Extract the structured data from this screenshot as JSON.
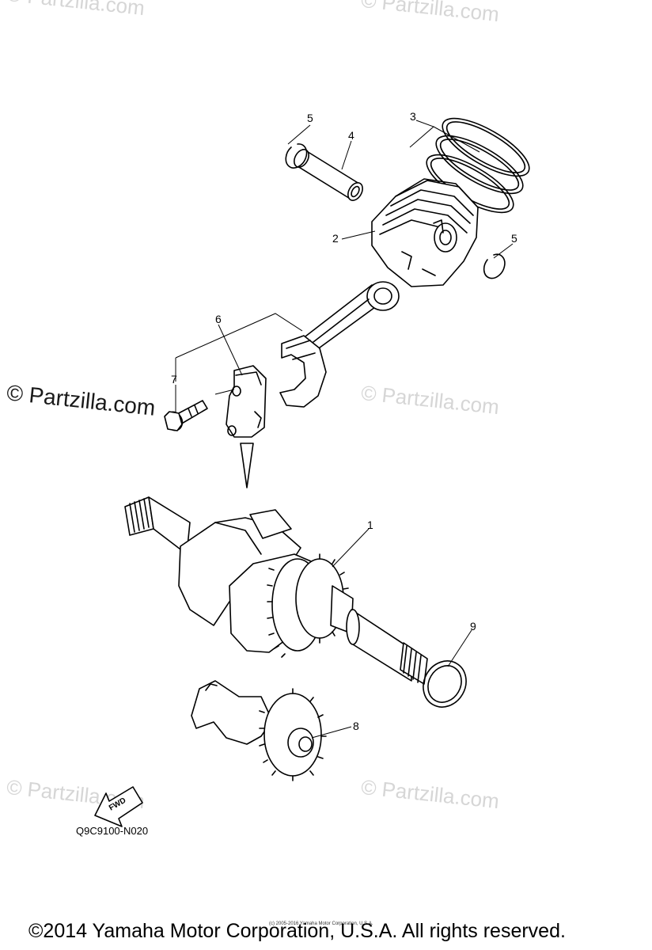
{
  "watermarks": {
    "text": "© Partzilla.com",
    "prominent_text": "© Partzilla.com"
  },
  "callouts": [
    "1",
    "2",
    "3",
    "4",
    "5",
    "5",
    "6",
    "7",
    "8",
    "9"
  ],
  "fwd_label": "FWD",
  "diagram_code": "Q9C9100-N020",
  "small_print": "(c) 2005-2016 Yamaha Motor Corporation, U.S.A.",
  "copyright": "©2014 Yamaha Motor Corporation, U.S.A. All rights reserved."
}
